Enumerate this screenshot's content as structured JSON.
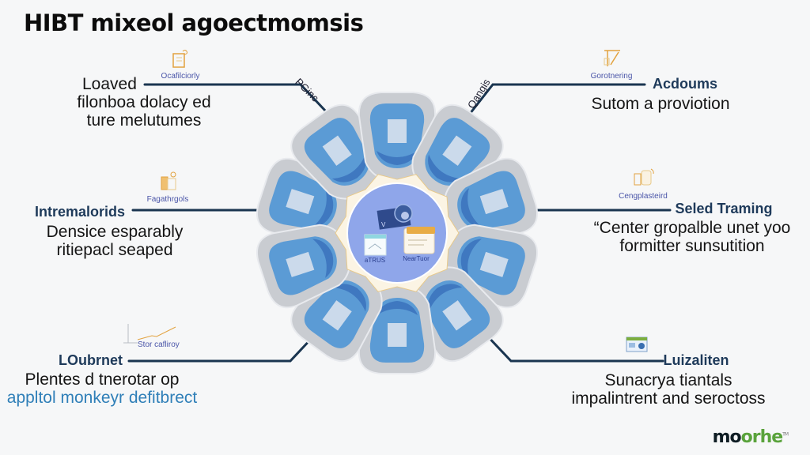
{
  "title": "HIBT mixeol agoectmomsis",
  "colors": {
    "connector": "#1a3550",
    "petal_outer": "#c9ccd1",
    "petal_inner": "#5b9bd5",
    "center": "#8fa6ea",
    "accent_orange": "#e2a23f",
    "caption_blue": "#4a55a8",
    "logo_green": "#5aa33c"
  },
  "diagonal_labels": {
    "left": "PGinc",
    "right": "Qangis"
  },
  "blocks": {
    "top_left": {
      "icon": "clipboard-gift-icon",
      "icon_caption": "Ocafilciorly",
      "heading": "Loaved",
      "lines": [
        "filonboa dolacy ed",
        "ture melutumes"
      ]
    },
    "mid_left": {
      "icon": "document-gift-icon",
      "icon_caption": "Fagathrgols",
      "heading": "Intremalorids",
      "lines": [
        "Densice esparably",
        "ritiepacl seaped"
      ]
    },
    "bottom_left": {
      "icon": "line-chart-icon",
      "icon_caption": "Stor cafliroy",
      "heading": "LOubrnet",
      "lines": [
        "Plentes d tnerotar op",
        "appltol monkeyr defitbrect"
      ]
    },
    "top_right": {
      "icon": "drafting-table-icon",
      "icon_caption": "Gorotnering",
      "heading": "Acdoums",
      "lines": [
        "Sutom a proviotion"
      ]
    },
    "mid_right": {
      "icon": "cabinet-icon",
      "icon_caption": "Cengplasteird",
      "heading": "Seled Traming",
      "lines": [
        "“Center gropalble unet yoo",
        "formitter sunsutition"
      ]
    },
    "bottom_right": {
      "icon": "browser-window-icon",
      "icon_caption": "",
      "heading": "Luizaliten",
      "lines": [
        "Sunacrya tiantals",
        "impalintrent and seroctoss"
      ]
    }
  },
  "center": {
    "items": [
      {
        "icon": "id-card-icon",
        "caption": ""
      },
      {
        "icon": "notepad-icon",
        "caption": "aTRUS"
      },
      {
        "icon": "folder-icon",
        "caption": "NearTuor"
      }
    ]
  },
  "petal_count": 10,
  "logo": {
    "part1": "mo",
    "part2": "orhe",
    "tm": "TM"
  }
}
